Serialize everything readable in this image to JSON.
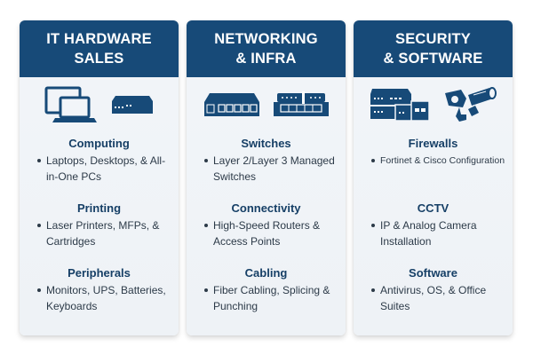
{
  "colors": {
    "header_bg": "#174a78",
    "heading_text": "#163f66",
    "body_text": "#2c3a48",
    "card_bg": "#f2f5f9"
  },
  "cards": [
    {
      "title": "IT HARDWARE\nSALES",
      "icons": [
        "monitor-laptop-icon",
        "network-box-icon"
      ],
      "sections": [
        {
          "heading": "Computing",
          "bullet": "Laptops, Desktops, & All-in-One PCs"
        },
        {
          "heading": "Printing",
          "bullet": "Laser Printers, MFPs, & Cartridges"
        },
        {
          "heading": "Peripherals",
          "bullet": "Monitors, UPS, Batteries, Keyboards"
        }
      ]
    },
    {
      "title": "NETWORKING\n& INFRA",
      "icons": [
        "network-switch-icon",
        "router-icon"
      ],
      "sections": [
        {
          "heading": "Switches",
          "bullet": "Layer 2/Layer 3 Managed Switches"
        },
        {
          "heading": "Connectivity",
          "bullet": "High-Speed Routers & Access Points"
        },
        {
          "heading": "Cabling",
          "bullet": "Fiber Cabling, Splicing & Punching"
        }
      ]
    },
    {
      "title": "SECURITY\n& SOFTWARE",
      "icons": [
        "firewall-appliance-icon",
        "cctv-camera-icon"
      ],
      "sections": [
        {
          "heading": "Firewalls",
          "bullet": "Fortinet & Cisco Configuration"
        },
        {
          "heading": "CCTV",
          "bullet": "IP & Analog Camera Installation"
        },
        {
          "heading": "Software",
          "bullet": "Antivirus, OS, & Office Suites"
        }
      ]
    }
  ]
}
